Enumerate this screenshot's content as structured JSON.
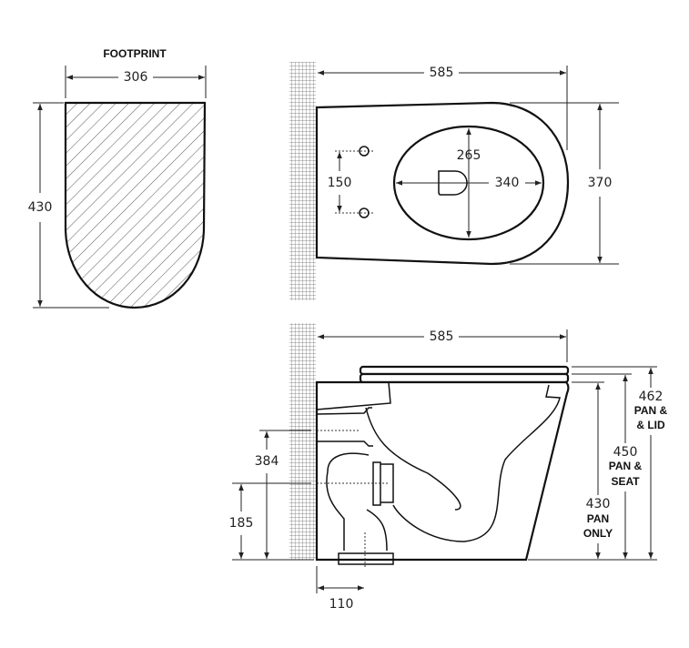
{
  "footprint": {
    "title": "FOOTPRINT",
    "width": "306",
    "depth": "430"
  },
  "top_view": {
    "length": "585",
    "hole_spacing": "150",
    "bowl_length": "265",
    "bowl_width": "340",
    "width": "370"
  },
  "side_view": {
    "length": "585",
    "waste_height": "384",
    "inlet_height": "185",
    "outlet_setout": "110",
    "heights": [
      {
        "value": "462",
        "line1": "PAN &",
        "line2": "& LID"
      },
      {
        "value": "450",
        "line1": "PAN &",
        "line2": "SEAT"
      },
      {
        "value": "430",
        "line1": "PAN",
        "line2": "ONLY"
      }
    ]
  },
  "colors": {
    "line": "#111111",
    "background": "#ffffff"
  }
}
